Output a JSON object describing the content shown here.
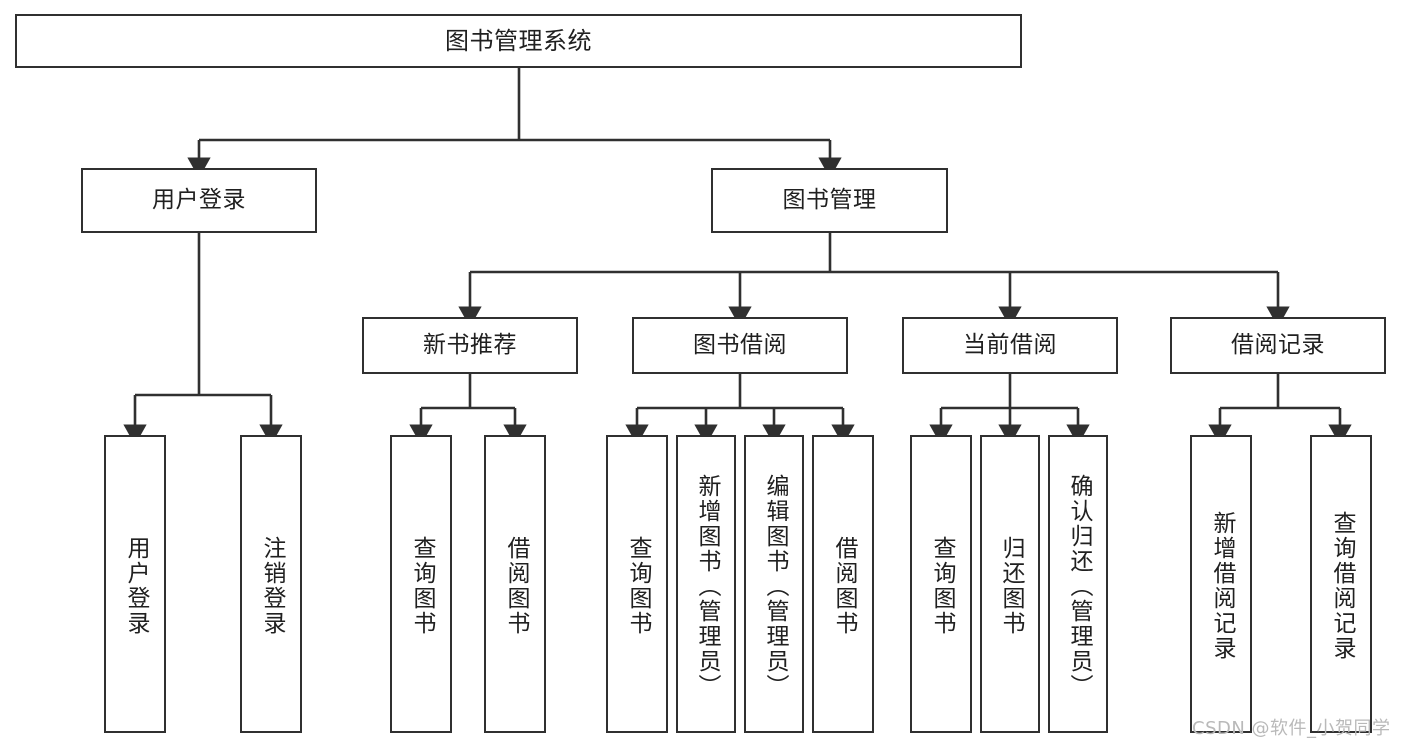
{
  "diagram": {
    "title": "图书管理系统",
    "watermark": "CSDN @软件_小贺同学",
    "style": {
      "border_color": "#303030",
      "background": "#ffffff",
      "text_color": "#202020",
      "watermark_color": "#b9b9b9"
    },
    "levels": {
      "root": {
        "label": "图书管理系统"
      },
      "level2": [
        {
          "label": "用户登录"
        },
        {
          "label": "图书管理"
        }
      ],
      "level3": [
        {
          "label": "新书推荐"
        },
        {
          "label": "图书借阅"
        },
        {
          "label": "当前借阅"
        },
        {
          "label": "借阅记录"
        }
      ],
      "leaves": [
        {
          "label": "用户登录",
          "parent": "用户登录"
        },
        {
          "label": "注销登录",
          "parent": "用户登录"
        },
        {
          "label": "查询图书",
          "parent": "新书推荐"
        },
        {
          "label": "借阅图书",
          "parent": "新书推荐"
        },
        {
          "label": "查询图书",
          "parent": "图书借阅"
        },
        {
          "label": "新增图书（管理员）",
          "parent": "图书借阅"
        },
        {
          "label": "编辑图书（管理员）",
          "parent": "图书借阅"
        },
        {
          "label": "借阅图书",
          "parent": "图书借阅"
        },
        {
          "label": "查询图书",
          "parent": "当前借阅"
        },
        {
          "label": "归还图书",
          "parent": "当前借阅"
        },
        {
          "label": "确认归还（管理员）",
          "parent": "当前借阅"
        },
        {
          "label": "新增借阅记录",
          "parent": "借阅记录"
        },
        {
          "label": "查询借阅记录",
          "parent": "借阅记录"
        }
      ]
    }
  }
}
